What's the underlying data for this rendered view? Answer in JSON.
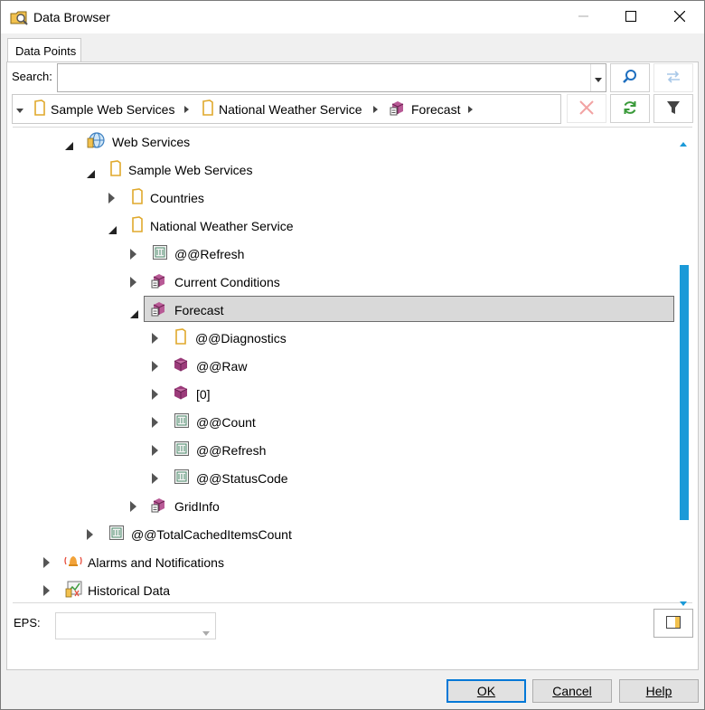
{
  "window": {
    "title": "Data Browser",
    "icon": "data-browser-icon",
    "controls": [
      "minimize-icon",
      "maximize-icon",
      "close-icon"
    ]
  },
  "tabs": [
    {
      "label": "Data Points",
      "active": true
    }
  ],
  "search": {
    "label": "Search:",
    "value": "",
    "placeholder": ""
  },
  "breadcrumb": [
    {
      "label": "Sample Web Services",
      "icon": "folder-icon"
    },
    {
      "label": "National Weather Service",
      "icon": "folder-icon"
    },
    {
      "label": "Forecast",
      "icon": "purple-cube-icon"
    }
  ],
  "toolbar": {
    "search_button": "magnifier-icon",
    "swap_button": "swap-arrows-icon",
    "clear_button": "red-x-icon",
    "refresh_button": "green-refresh-icon",
    "filter_button": "funnel-icon"
  },
  "tree": [
    {
      "label": "Web Services",
      "expanded": true,
      "icon": "globe-icon"
    },
    {
      "label": "Sample Web Services",
      "expanded": true,
      "icon": "folder-icon"
    },
    {
      "label": "Countries",
      "expanded": false,
      "icon": "folder-icon"
    },
    {
      "label": "National Weather Service",
      "expanded": true,
      "icon": "folder-icon"
    },
    {
      "label": "@@Refresh",
      "expanded": false,
      "icon": "data-icon"
    },
    {
      "label": "Current Conditions",
      "expanded": false,
      "icon": "purple-cube-icon"
    },
    {
      "label": "Forecast",
      "expanded": true,
      "icon": "purple-cube-icon",
      "selected": true
    },
    {
      "label": "@@Diagnostics",
      "expanded": false,
      "icon": "folder-icon"
    },
    {
      "label": "@@Raw",
      "expanded": false,
      "icon": "solid-cube-icon"
    },
    {
      "label": "[0]",
      "expanded": false,
      "icon": "solid-cube-icon"
    },
    {
      "label": "@@Count",
      "expanded": false,
      "icon": "data-icon"
    },
    {
      "label": "@@Refresh",
      "expanded": false,
      "icon": "data-icon"
    },
    {
      "label": "@@StatusCode",
      "expanded": false,
      "icon": "data-icon"
    },
    {
      "label": "GridInfo",
      "expanded": false,
      "icon": "purple-cube-icon"
    },
    {
      "label": "@@TotalCachedItemsCount",
      "expanded": false,
      "icon": "data-icon"
    },
    {
      "label": "Alarms and Notifications",
      "expanded": false,
      "icon": "alarm-bell-icon"
    },
    {
      "label": "Historical Data",
      "expanded": false,
      "icon": "historical-data-icon"
    }
  ],
  "eps": {
    "label": "EPS:",
    "value": ""
  },
  "buttons": {
    "ok": "OK",
    "cancel": "Cancel",
    "help": "Help"
  },
  "colors": {
    "accent": "#0078d7",
    "scroll_thumb": "#1b9ad8",
    "selection": "#d9d9d9",
    "cube": "#a0457a",
    "folder": "#f2c14e"
  }
}
